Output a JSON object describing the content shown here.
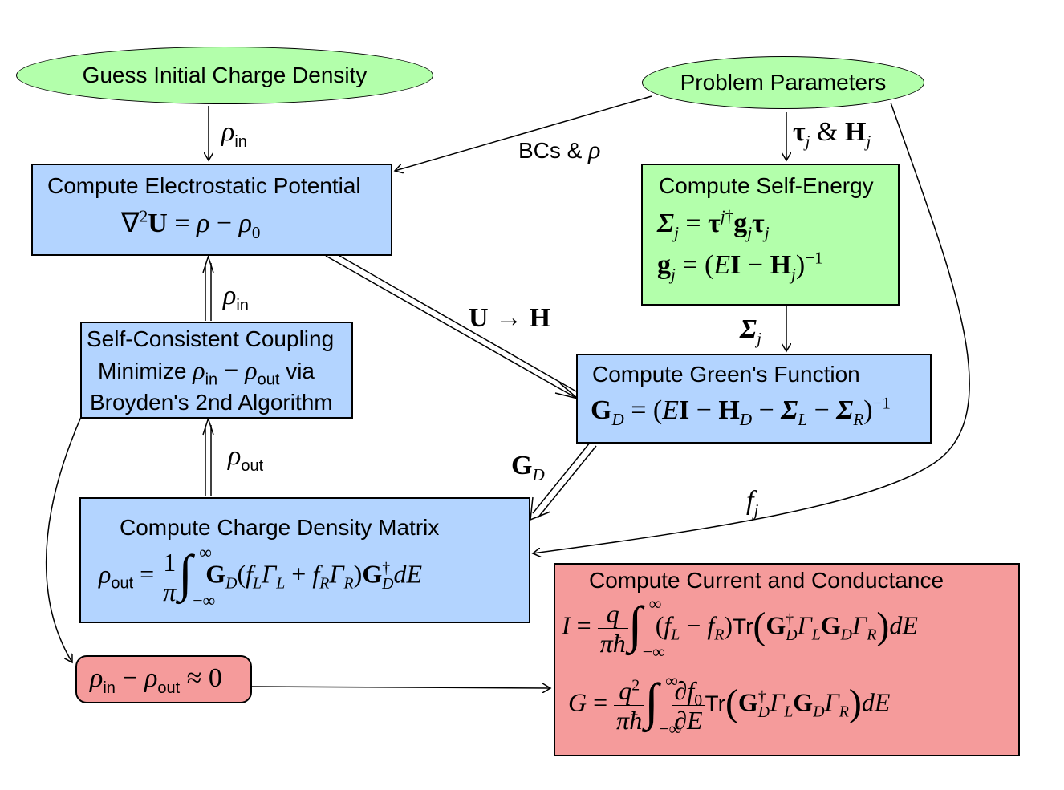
{
  "nodes": {
    "guess": {
      "label": "Guess Initial Charge Density"
    },
    "params": {
      "label": "Problem Parameters"
    },
    "electrostatic": {
      "title": "Compute Electrostatic Potential"
    },
    "self_energy": {
      "title": "Compute Self-Energy"
    },
    "coupling": {
      "line1": "Self-Consistent Coupling",
      "line2_prefix": "Minimize",
      "line2_suffix": "via",
      "line3": "Broyden's 2nd Algorithm"
    },
    "greens": {
      "title": "Compute Green's Function"
    },
    "charge_density": {
      "title": "Compute Charge Density Matrix"
    },
    "convergence": {},
    "current": {
      "title": "Compute Current and Conductance",
      "tr": "Tr"
    }
  },
  "edges": {
    "bcs_label": "BCs &",
    "in_sub": "in",
    "out_sub": "out"
  },
  "colors": {
    "blue": "#b3d4ff",
    "green": "#b3ffab",
    "red": "#f59b9b"
  }
}
